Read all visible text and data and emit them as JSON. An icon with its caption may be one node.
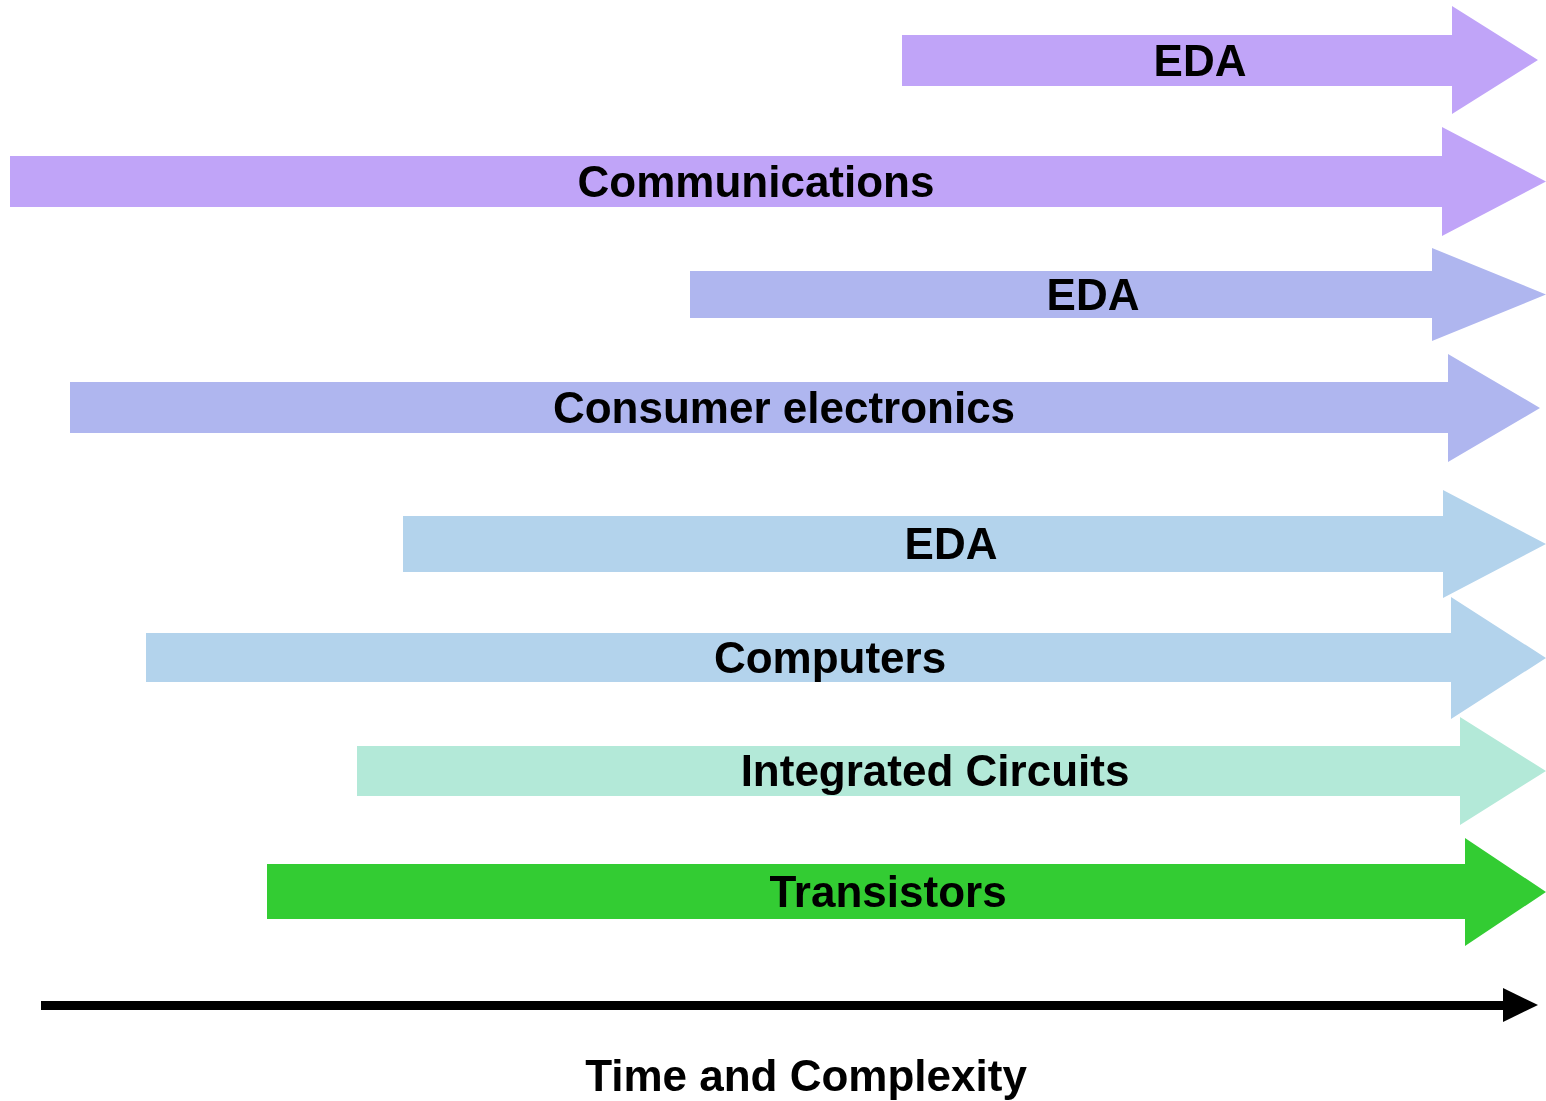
{
  "diagram": {
    "nodes": [
      {
        "text": [
          "EDA"
        ]
      },
      {
        "text": [
          "Communications"
        ]
      },
      {
        "text": [
          "EDA"
        ]
      },
      {
        "text": [
          "Consumer electronics"
        ]
      },
      {
        "text": [
          "EDA"
        ]
      },
      {
        "text": [
          "Computers"
        ]
      },
      {
        "text": [
          "Integrated Circuits"
        ]
      },
      {
        "text": [
          "Transistors"
        ]
      }
    ],
    "edges": [],
    "labels": [
      "Time and Complexity"
    ]
  }
}
